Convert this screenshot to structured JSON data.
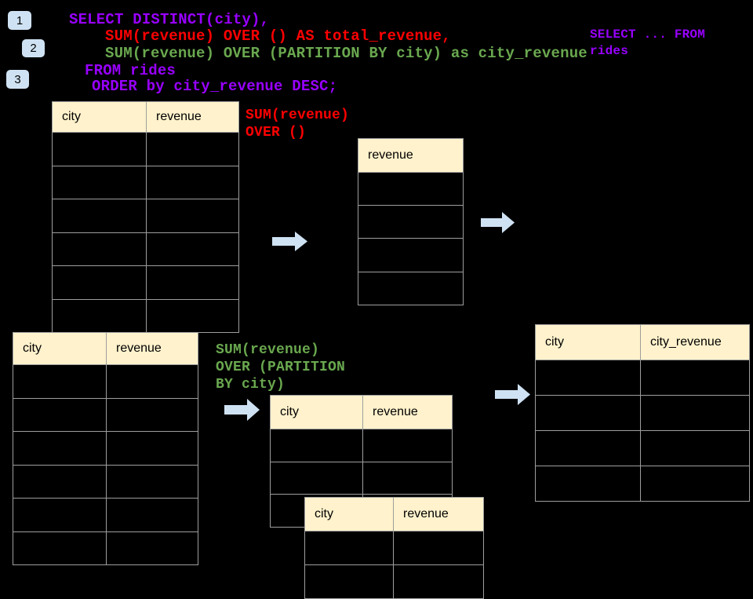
{
  "colors": {
    "background": "#000000",
    "sql_purple": "#9900FF",
    "sql_red": "#FF0000",
    "sql_green": "#6AA84F",
    "table_header_bg": "#FFF2CC",
    "table_border": "#9E9E9E",
    "arrow_blue": "#CFE2F3",
    "badge_blue": "#CFE2F3"
  },
  "step_badges": [
    "1",
    "2",
    "3"
  ],
  "sql_query": {
    "lines": [
      {
        "text": "SELECT DISTINCT(city),"
      },
      {
        "text": "SUM(revenue) OVER () AS total_revenue,"
      },
      {
        "text": "SUM(revenue) OVER (PARTITION BY city) as city_revenue"
      },
      {
        "text": "FROM rides"
      },
      {
        "text": "ORDER by city_revenue DESC;"
      }
    ]
  },
  "side_note": {
    "text": "SELECT ... FROM\nrides"
  },
  "annotations": {
    "over_all": {
      "text": "SUM(revenue)\nOVER ()"
    },
    "over_partition": {
      "text": "SUM(revenue)\nOVER (PARTITION\nBY city)"
    }
  },
  "tables": {
    "source_top": {
      "headers": [
        "city",
        "revenue"
      ],
      "rows": 6
    },
    "total_revenue_result": {
      "headers": [
        "revenue"
      ],
      "rows": 4
    },
    "source_bottom": {
      "headers": [
        "city",
        "revenue"
      ],
      "rows": 6
    },
    "partition_step": {
      "headers": [
        "city",
        "revenue"
      ],
      "rows": 3
    },
    "partition_overlay": {
      "headers": [
        "city",
        "revenue"
      ],
      "rows": 2
    },
    "city_revenue_result": {
      "headers": [
        "city",
        "city_revenue"
      ],
      "rows": 4
    }
  }
}
